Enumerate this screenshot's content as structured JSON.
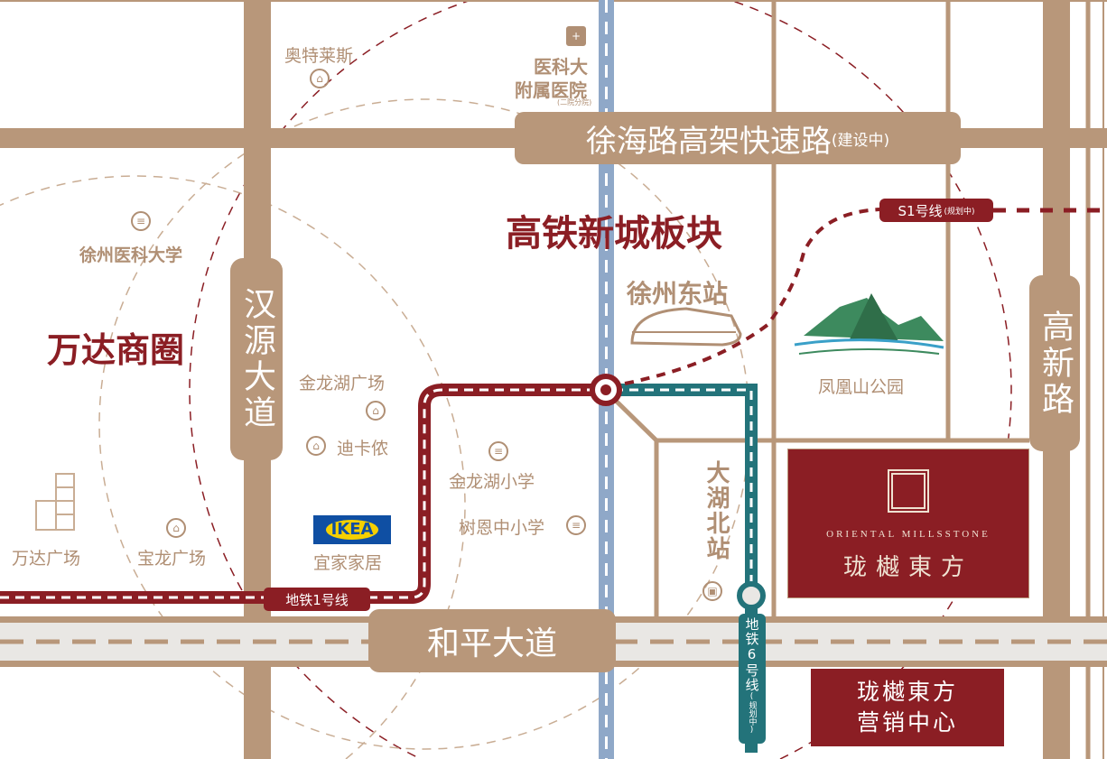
{
  "roads": {
    "xuhai": "徐海路高架快速路",
    "xuhai_status": "(建设中)",
    "hanyuan": "汉源大道",
    "gaoxin": "高新路",
    "heping": "和平大道"
  },
  "districts": {
    "gaotie": "高铁新城板块",
    "wanda": "万达商圈"
  },
  "pois": {
    "aotelaisi": "奥特莱斯",
    "hospital_line1": "医科大",
    "hospital_line2": "附属医院",
    "hospital_note": "(二院分院)",
    "medical_univ": "徐州医科大学",
    "east_station": "徐州东站",
    "fenghuang": "凤凰山公园",
    "jinlonghu_plaza": "金龙湖广场",
    "dikanong": "迪卡侬",
    "jinlonghu_school": "金龙湖小学",
    "shuen_school": "树恩中小学",
    "ikea_logo": "IKEA",
    "ikea": "宜家家居",
    "wanda_plaza": "万达广场",
    "baolong": "宝龙广场",
    "dahu_station": "大湖北站"
  },
  "metro": {
    "line1": "地铁1号线",
    "line6": "地铁6号线",
    "line6_status": "(规划中)",
    "s1": "S1号线",
    "s1_status": "(规划中)"
  },
  "project": {
    "logo_en": "ORIENTAL MILLSSTONE",
    "name": "珑樾東方",
    "sales_line1": "珑樾東方",
    "sales_line2": "营销中心"
  },
  "colors": {
    "road": "#b8977a",
    "brand_red": "#8b1e24",
    "rail_blue": "#8fa8c8",
    "metro6": "#23737a"
  }
}
